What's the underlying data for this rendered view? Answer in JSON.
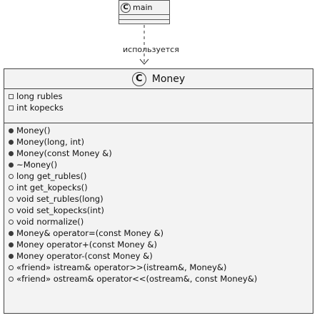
{
  "top_class": {
    "name": "main",
    "icon": "class-icon"
  },
  "dependency": {
    "label": "используется"
  },
  "money_class": {
    "name": "Money",
    "icon": "class-icon",
    "fields": [
      {
        "vis": "private",
        "text": "long rubles"
      },
      {
        "vis": "private",
        "text": "int kopecks"
      }
    ],
    "methods": [
      {
        "vis": "public",
        "text": "Money()"
      },
      {
        "vis": "public",
        "text": "Money(long, int)"
      },
      {
        "vis": "public",
        "text": "Money(const Money &)"
      },
      {
        "vis": "public",
        "text": "~Money()"
      },
      {
        "vis": "protected",
        "text": "long get_rubles()"
      },
      {
        "vis": "protected",
        "text": "int get_kopecks()"
      },
      {
        "vis": "protected",
        "text": "void set_rubles(long)"
      },
      {
        "vis": "protected",
        "text": "void set_kopecks(int)"
      },
      {
        "vis": "protected",
        "text": "void normalize()"
      },
      {
        "vis": "public",
        "text": "Money& operator=(const Money &)"
      },
      {
        "vis": "public",
        "text": "Money operator+(const Money &)"
      },
      {
        "vis": "public",
        "text": "Money operator-(const Money &)"
      },
      {
        "vis": "protected",
        "text": "«friend» istream& operator>>(istream&, Money&)"
      },
      {
        "vis": "protected",
        "text": "«friend» ostream& operator<<(ostream&, const Money&)"
      }
    ]
  }
}
